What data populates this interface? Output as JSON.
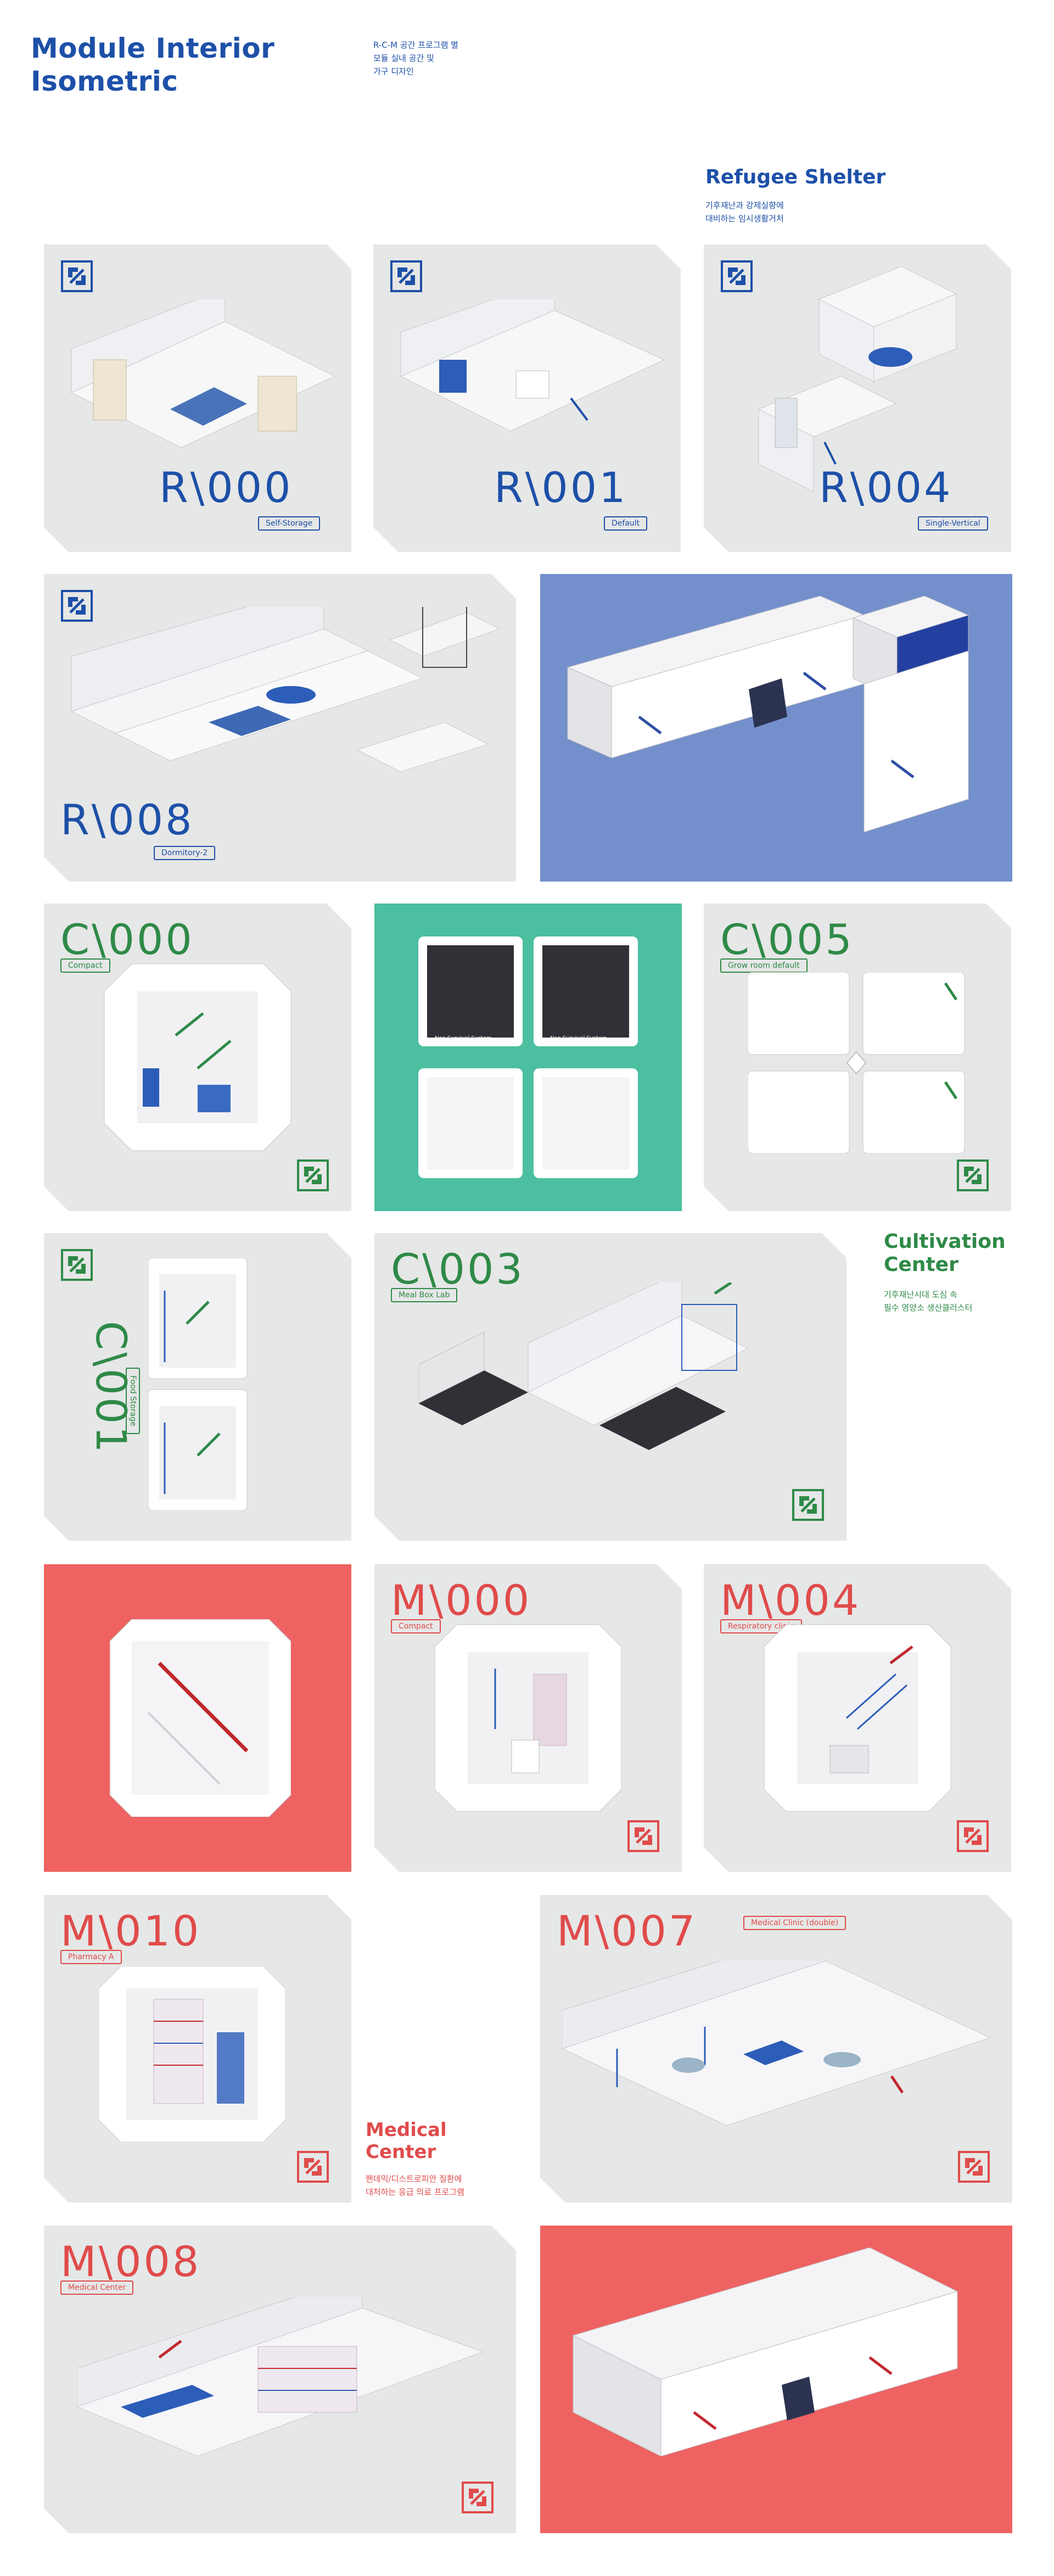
{
  "header": {
    "title_line1": "Module Interior",
    "title_line2": "Isometric",
    "subtitle_lines": [
      "R-C-M 공간 프로그램 별",
      "모듈 실내 공간 및",
      "가구 디자인"
    ]
  },
  "sections": {
    "refugee": {
      "title": "Refugee Shelter",
      "sub_lines": [
        "기후재난과 강제실향에",
        "대비하는 임시생활거처"
      ]
    },
    "cultivation": {
      "title_lines": [
        "Cultivation",
        "Center"
      ],
      "sub_lines": [
        "기후재난시대 도심 속",
        "필수 영양소 생산클러스터"
      ]
    },
    "medical": {
      "title_lines": [
        "Medical",
        "Center"
      ],
      "sub_lines": [
        "팬데믹/디스트로피안 질환에",
        "대처하는 응급 의료 프로그램"
      ]
    }
  },
  "modules": [
    {
      "code": "R\\000",
      "tag": "Self-Storage"
    },
    {
      "code": "R\\001",
      "tag": "Default"
    },
    {
      "code": "R\\004",
      "tag": "Single-Vertical"
    },
    {
      "code": "R\\008",
      "tag": "Dormitory-2"
    },
    {
      "code": "C\\000",
      "tag": "Compact"
    },
    {
      "code": "C\\005",
      "tag": "Grow room default"
    },
    {
      "code": "C\\001",
      "tag": "Food Storage"
    },
    {
      "code": "C\\003",
      "tag": "Meal Box Lab"
    },
    {
      "code": "M\\000",
      "tag": "Compact"
    },
    {
      "code": "M\\004",
      "tag": "Respiratory clinic"
    },
    {
      "code": "M\\010",
      "tag": "Pharmacy A"
    },
    {
      "code": "M\\007",
      "tag": "Medical Clinic (double)"
    },
    {
      "code": "M\\008",
      "tag": "Medical Center"
    }
  ],
  "panel_labels": {
    "neo_survival": "Neo Survival System"
  },
  "colors": {
    "blue": "#1d50a8",
    "green": "#2e8a47",
    "red": "#e04b4b",
    "card": "#e6e7e7",
    "periwinkle": "#7490cc",
    "teal": "#4cbfa0",
    "coral": "#ef6262"
  },
  "icons": [
    "rcm-logo-icon"
  ]
}
